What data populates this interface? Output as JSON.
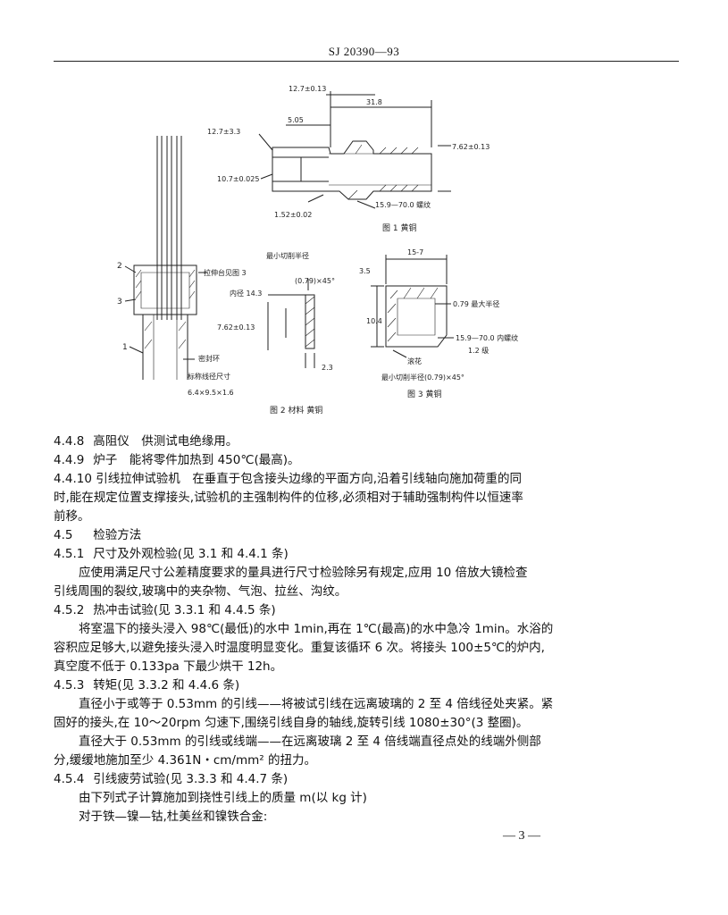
{
  "header": {
    "doc_code": "SJ 20390—93"
  },
  "fig1": {
    "dims": {
      "d_12_7": "12.7±0.13",
      "d_31_8": "31.8",
      "d_5_05": "5.05",
      "d_12_7b": "12.7±3.3",
      "d_7_62": "7.62±0.13",
      "d_10_7": "10.7±0.025",
      "d_1_52": "1.52±0.02",
      "d_thread": "15.9—70.0 螺纹"
    },
    "caption": "图 1  黄铜"
  },
  "fig2": {
    "labels": {
      "callout_2": "2",
      "callout_3": "3",
      "callout_1": "1",
      "tensile": "拉伸台见图 3",
      "inner_dia": "内径 14.3",
      "dim_762": "7.62±0.13",
      "chamfer": "(0.79)×45°",
      "top_label": "最小切削半径",
      "dim_23": "2.3",
      "seal": "密封环",
      "wire_size": "标称线径尺寸",
      "size": "6.4×9.5×1.6"
    },
    "caption": "图 2  材料 黄铜"
  },
  "fig3": {
    "labels": {
      "dim_35": "3.5",
      "top_dim": "15-7",
      "side_dim": "10.4",
      "radius": "0.79 最大半径",
      "inner_thread": "15.9—70.0 内螺纹",
      "grade": "1.2 级",
      "knurl": "滚花",
      "min_radius": "最小切削半径(0.79)×45°"
    },
    "caption": "图 3  黄铜"
  },
  "body": [
    {
      "num": "4.4.8",
      "text": "高阻仪　供测试电绝缘用。",
      "indent": false
    },
    {
      "num": "4.4.9",
      "text": "炉子　能将零件加热到 450℃(最高)。",
      "indent": false
    },
    {
      "num": "4.4.10",
      "text": "引线拉伸试验机　在垂直于包含接头边缘的平面方向,沿着引线轴向施加荷重的同",
      "indent": false
    },
    {
      "num": "",
      "text": "时,能在规定位置支撑接头,试验机的主强制构件的位移,必须相对于辅助强制构件以恒速率",
      "indent": false
    },
    {
      "num": "",
      "text": "前移。",
      "indent": false
    },
    {
      "num": "4.5",
      "text": "检验方法",
      "indent": false
    },
    {
      "num": "4.5.1",
      "text": "尺寸及外观检验(见 3.1 和 4.4.1 条)",
      "indent": false
    },
    {
      "num": "",
      "text": "应使用满足尺寸公差精度要求的量具进行尺寸检验除另有规定,应用 10 倍放大镜检查",
      "indent": true
    },
    {
      "num": "",
      "text": "引线周围的裂纹,玻璃中的夹杂物、气泡、拉丝、沟纹。",
      "indent": false
    },
    {
      "num": "4.5.2",
      "text": "热冲击试验(见 3.3.1 和 4.4.5 条)",
      "indent": false
    },
    {
      "num": "",
      "text": "将室温下的接头浸入 98℃(最低)的水中 1min,再在 1℃(最高)的水中急冷 1min。水浴的",
      "indent": true
    },
    {
      "num": "",
      "text": "容积应足够大,以避免接头浸入时温度明显变化。重复该循环 6 次。将接头 100±5℃的炉内,",
      "indent": false
    },
    {
      "num": "",
      "text": "真空度不低于 0.133pa 下最少烘干 12h。",
      "indent": false
    },
    {
      "num": "4.5.3",
      "text": "转矩(见 3.3.2 和 4.4.6 条)",
      "indent": false
    },
    {
      "num": "",
      "text": "直径小于或等于 0.53mm 的引线——将被试引线在远离玻璃的 2 至 4 倍线径处夹紧。紧",
      "indent": true
    },
    {
      "num": "",
      "text": "固好的接头,在 10～20rpm 匀速下,围绕引线自身的轴线,旋转引线 1080±30°(3 整圈)。",
      "indent": false
    },
    {
      "num": "",
      "text": "直径大于 0.53mm 的引线或线端——在远离玻璃 2 至 4 倍线端直径点处的线端外侧部",
      "indent": true
    },
    {
      "num": "",
      "text": "分,缓缓地施加至少 4.361N・cm/mm² 的扭力。",
      "indent": false
    },
    {
      "num": "4.5.4",
      "text": "引线疲劳试验(见 3.3.3 和 4.4.7 条)",
      "indent": false
    },
    {
      "num": "",
      "text": "由下列式子计算施加到挠性引线上的质量 m(以 kg 计)",
      "indent": true
    },
    {
      "num": "",
      "text": "对于铁—镍—钴,杜美丝和镍铁合金:",
      "indent": true
    }
  ],
  "page_number": "— 3 —"
}
